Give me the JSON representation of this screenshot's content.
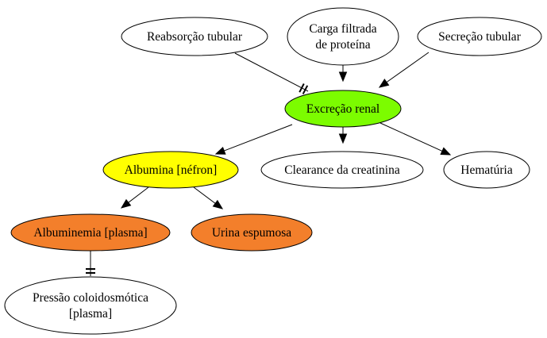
{
  "nodes": [
    {
      "id": "reabsorcao",
      "lines": [
        "Reabsorção tubular"
      ],
      "fill": "#ffffff"
    },
    {
      "id": "carga",
      "lines": [
        "Carga filtrada",
        "de proteína"
      ],
      "fill": "#ffffff"
    },
    {
      "id": "secrecao",
      "lines": [
        "Secreção tubular"
      ],
      "fill": "#ffffff"
    },
    {
      "id": "excrecao",
      "lines": [
        "Excreção renal"
      ],
      "fill": "#7cfc00"
    },
    {
      "id": "albumina",
      "lines": [
        "Albumina [néfron]"
      ],
      "fill": "#ffff00"
    },
    {
      "id": "clearance",
      "lines": [
        "Clearance da creatinina"
      ],
      "fill": "#ffffff"
    },
    {
      "id": "hematuria",
      "lines": [
        "Hematúria"
      ],
      "fill": "#ffffff"
    },
    {
      "id": "albuminemia",
      "lines": [
        "Albuminemia [plasma]"
      ],
      "fill": "#f37f2b"
    },
    {
      "id": "urina",
      "lines": [
        "Urina espumosa"
      ],
      "fill": "#f37f2b"
    },
    {
      "id": "pressao",
      "lines": [
        "Pressão coloidosmótica",
        "[plasma]"
      ],
      "fill": "#ffffff"
    }
  ],
  "edges": [
    {
      "from": "reabsorcao",
      "to": "excrecao",
      "type": "inhibit"
    },
    {
      "from": "carga",
      "to": "excrecao",
      "type": "arrow"
    },
    {
      "from": "secrecao",
      "to": "excrecao",
      "type": "arrow"
    },
    {
      "from": "excrecao",
      "to": "albumina",
      "type": "arrow"
    },
    {
      "from": "excrecao",
      "to": "clearance",
      "type": "arrow"
    },
    {
      "from": "excrecao",
      "to": "hematuria",
      "type": "arrow"
    },
    {
      "from": "albumina",
      "to": "albuminemia",
      "type": "arrow"
    },
    {
      "from": "albumina",
      "to": "urina",
      "type": "arrow"
    },
    {
      "from": "albuminemia",
      "to": "pressao",
      "type": "inhibit"
    }
  ]
}
